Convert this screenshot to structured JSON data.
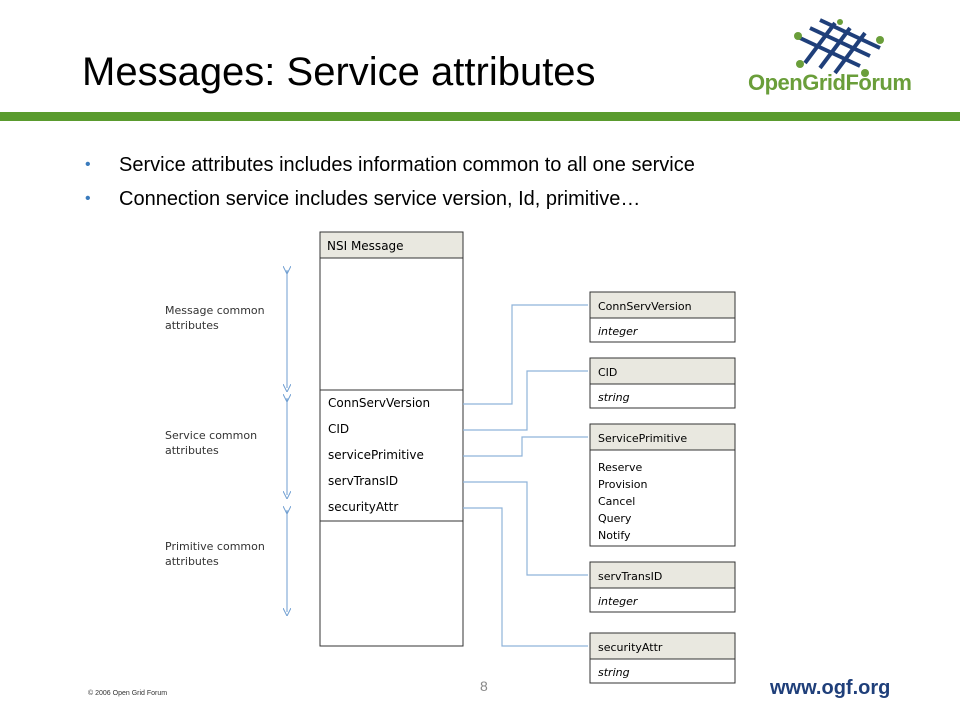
{
  "slide": {
    "title": "Messages: Service attributes",
    "bullets": [
      "Service attributes includes information common to all one service",
      "Connection service includes service version, Id, primitive…"
    ],
    "logo_text": "OpenGridForum",
    "copyright": "© 2006 Open Grid Forum",
    "page_number": "8",
    "url": "www.ogf.org"
  },
  "diagram": {
    "main_box": {
      "title": "NSI Message",
      "fields": [
        "ConnServVersion",
        "CID",
        "servicePrimitive",
        "servTransID",
        "securityAttr"
      ]
    },
    "side_labels": [
      {
        "line1": "Message common",
        "line2": "attributes"
      },
      {
        "line1": "Service common",
        "line2": "attributes"
      },
      {
        "line1": "Primitive common",
        "line2": "attributes"
      }
    ],
    "type_boxes": [
      {
        "title": "ConnServVersion",
        "body": [
          "integer"
        ],
        "italic": true
      },
      {
        "title": "CID",
        "body": [
          "string"
        ],
        "italic": true
      },
      {
        "title": "ServicePrimitive",
        "body": [
          "Reserve",
          "Provision",
          "Cancel",
          "Query",
          "Notify"
        ],
        "italic": false
      },
      {
        "title": "servTransID",
        "body": [
          "integer"
        ],
        "italic": true
      },
      {
        "title": "securityAttr",
        "body": [
          "string"
        ],
        "italic": true
      }
    ]
  },
  "colors": {
    "accent_green": "#5a9b2e",
    "box_header": "#e9e8e0",
    "connector": "#8fb3d9",
    "url_blue": "#1f3f7a"
  }
}
